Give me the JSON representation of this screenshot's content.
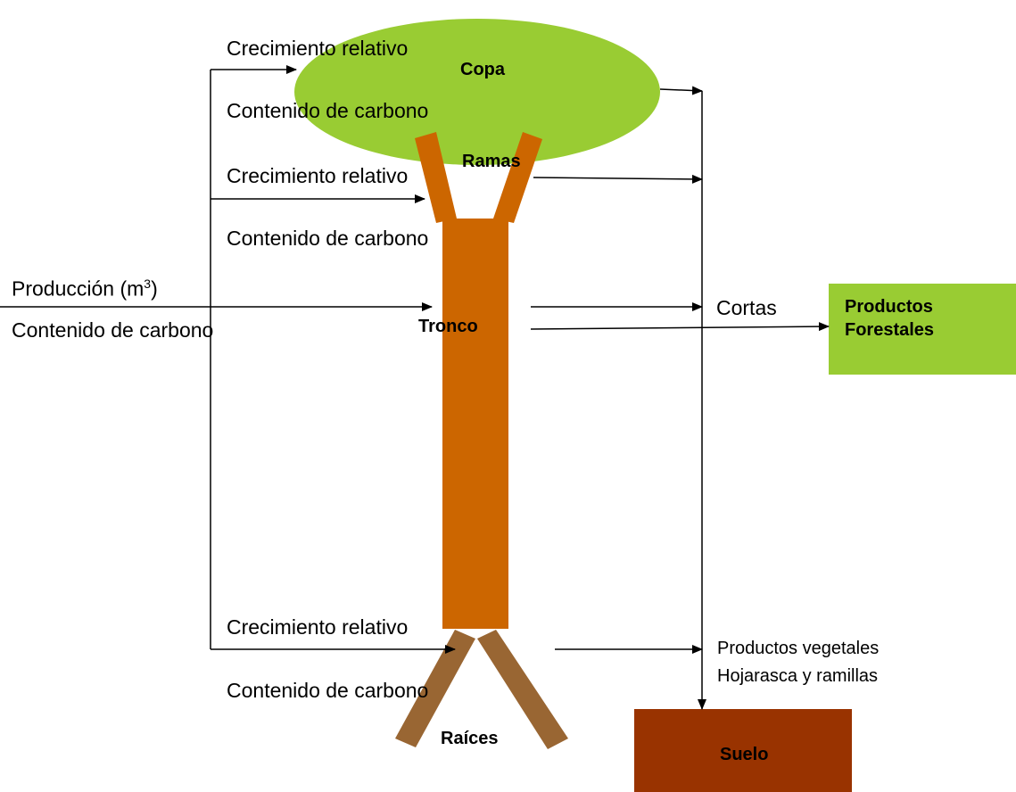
{
  "colors": {
    "copa": "#99cc33",
    "trunk": "#cc6600",
    "roots": "#996633",
    "productos": "#99cc33",
    "suelo": "#993300"
  },
  "nodes": {
    "copa": "Copa",
    "ramas": "Ramas",
    "tronco": "Tronco",
    "raices": "Raíces",
    "productos_line1": "Productos",
    "productos_line2": "Forestales",
    "suelo": "Suelo"
  },
  "labels": {
    "copa_growth": "Crecimiento relativo",
    "copa_carbon": "Contenido de carbono",
    "ramas_growth": "Crecimiento relativo",
    "ramas_carbon": "Contenido de carbono",
    "input_production": "Producción (m",
    "input_production_sup": "3",
    "input_production_close": ")",
    "input_carbon": "Contenido de carbono",
    "roots_growth": "Crecimiento relativo",
    "roots_carbon": "Contenido de carbono",
    "cortas": "Cortas",
    "litter_line1": "Productos vegetales",
    "litter_line2": "Hojarasca y ramillas"
  }
}
